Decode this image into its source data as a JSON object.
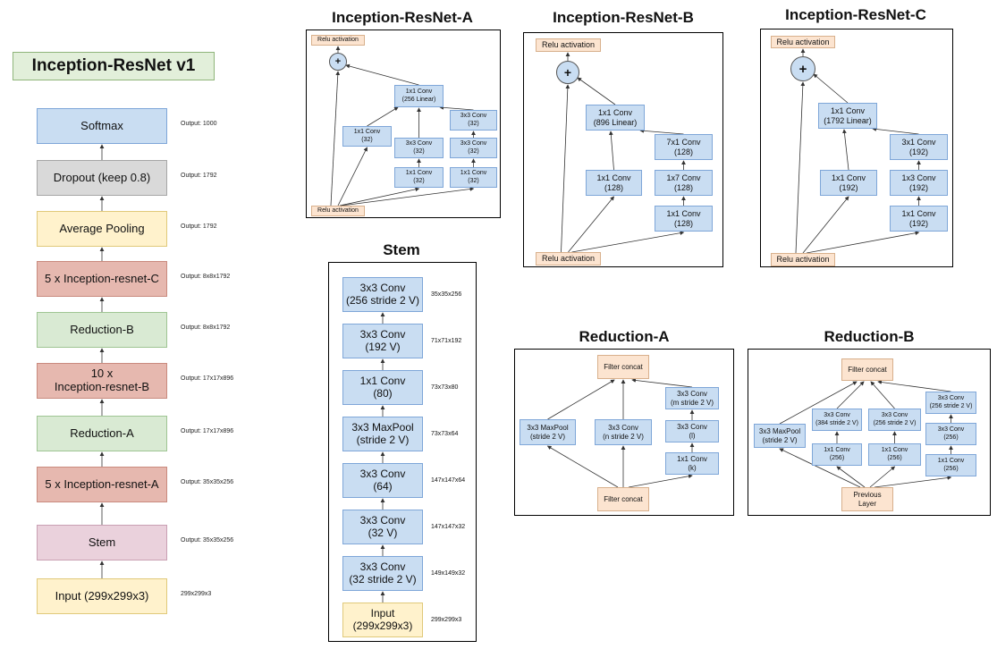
{
  "overview": {
    "title": "Inception-ResNet v1",
    "blocks": [
      {
        "label": "Softmax",
        "output": "Output: 1000",
        "color": "#c9ddf2"
      },
      {
        "label": "Dropout (keep 0.8)",
        "output": "Output: 1792",
        "color": "#d9d9d9"
      },
      {
        "label": "Average Pooling",
        "output": "Output: 1792",
        "color": "#fff2cc"
      },
      {
        "label": "5 x Inception-resnet-C",
        "output": "Output: 8x8x1792",
        "color": "#e6b8af"
      },
      {
        "label": "Reduction-B",
        "output": "Output: 8x8x1792",
        "color": "#d9ead3"
      },
      {
        "label": "10 x\nInception-resnet-B",
        "output": "Output: 17x17x896",
        "color": "#e6b8af"
      },
      {
        "label": "Reduction-A",
        "output": "Output: 17x17x896",
        "color": "#d9ead3"
      },
      {
        "label": "5 x Inception-resnet-A",
        "output": "Output: 35x35x256",
        "color": "#e6b8af"
      },
      {
        "label": "Stem",
        "output": "Output: 35x35x256",
        "color": "#ead1dc"
      },
      {
        "label": "Input (299x299x3)",
        "output": "299x299x3",
        "color": "#fff2cc"
      }
    ]
  },
  "inc_a": {
    "title": "Inception-ResNet-A",
    "relu_top": "Relu activation",
    "plus": "+",
    "conv_linear": "1x1 Conv\n(256 Linear)",
    "conv_b1": "1x1 Conv\n(32)",
    "conv_b2a": "3x3 Conv\n(32)",
    "conv_b2b": "1x1 Conv\n(32)",
    "conv_b3a": "3x3 Conv\n(32)",
    "conv_b3b": "3x3 Conv\n(32)",
    "conv_b3c": "1x1 Conv\n(32)",
    "relu_bottom": "Relu activation"
  },
  "inc_b": {
    "title": "Inception-ResNet-B",
    "relu_top": "Relu activation",
    "plus": "+",
    "conv_linear": "1x1 Conv\n(896 Linear)",
    "conv_b1": "1x1 Conv\n(128)",
    "conv_b2a": "7x1 Conv\n(128)",
    "conv_b2b": "1x7 Conv\n(128)",
    "conv_b2c": "1x1 Conv\n(128)",
    "relu_bottom": "Relu activation"
  },
  "inc_c": {
    "title": "Inception-ResNet-C",
    "relu_top": "Relu activation",
    "plus": "+",
    "conv_linear": "1x1 Conv\n(1792 Linear)",
    "conv_b1": "1x1 Conv\n(192)",
    "conv_b2a": "3x1 Conv\n(192)",
    "conv_b2b": "1x3 Conv\n(192)",
    "conv_b2c": "1x1 Conv\n(192)",
    "relu_bottom": "Relu activation"
  },
  "stem": {
    "title": "Stem",
    "layers": [
      {
        "label": "3x3 Conv\n(256 stride 2 V)",
        "size": "35x35x256"
      },
      {
        "label": "3x3 Conv\n(192 V)",
        "size": "71x71x192"
      },
      {
        "label": "1x1 Conv\n(80)",
        "size": "73x73x80"
      },
      {
        "label": "3x3 MaxPool\n(stride 2 V)",
        "size": "73x73x64"
      },
      {
        "label": "3x3 Conv\n(64)",
        "size": "147x147x64"
      },
      {
        "label": "3x3 Conv\n(32 V)",
        "size": "147x147x32"
      },
      {
        "label": "3x3 Conv\n(32 stride 2 V)",
        "size": "149x149x32"
      },
      {
        "label": "Input\n(299x299x3)",
        "size": "299x299x3"
      }
    ]
  },
  "red_a": {
    "title": "Reduction-A",
    "concat_top": "Filter concat",
    "maxpool": "3x3 MaxPool\n(stride 2 V)",
    "conv_n": "3x3 Conv\n(n stride 2 V)",
    "conv_m": "3x3 Conv\n(m stride 2 V)",
    "conv_l": "3x3 Conv\n(l)",
    "conv_k": "1x1 Conv\n(k)",
    "concat_bottom": "Filter concat"
  },
  "red_b": {
    "title": "Reduction-B",
    "concat_top": "Filter concat",
    "maxpool": "3x3 MaxPool\n(stride 2 V)",
    "conv_384": "3x3 Conv\n(384 stride 2 V)",
    "conv_256s_a": "3x3 Conv\n(256 stride 2 V)",
    "conv_256s_b": "3x3 Conv\n(256 stride 2 V)",
    "conv_256_a": "1x1 Conv\n(256)",
    "conv_256_b": "1x1 Conv\n(256)",
    "conv_256_c": "3x3 Conv\n(256)",
    "conv_256_d": "1x1 Conv\n(256)",
    "prev": "Previous\nLayer"
  }
}
